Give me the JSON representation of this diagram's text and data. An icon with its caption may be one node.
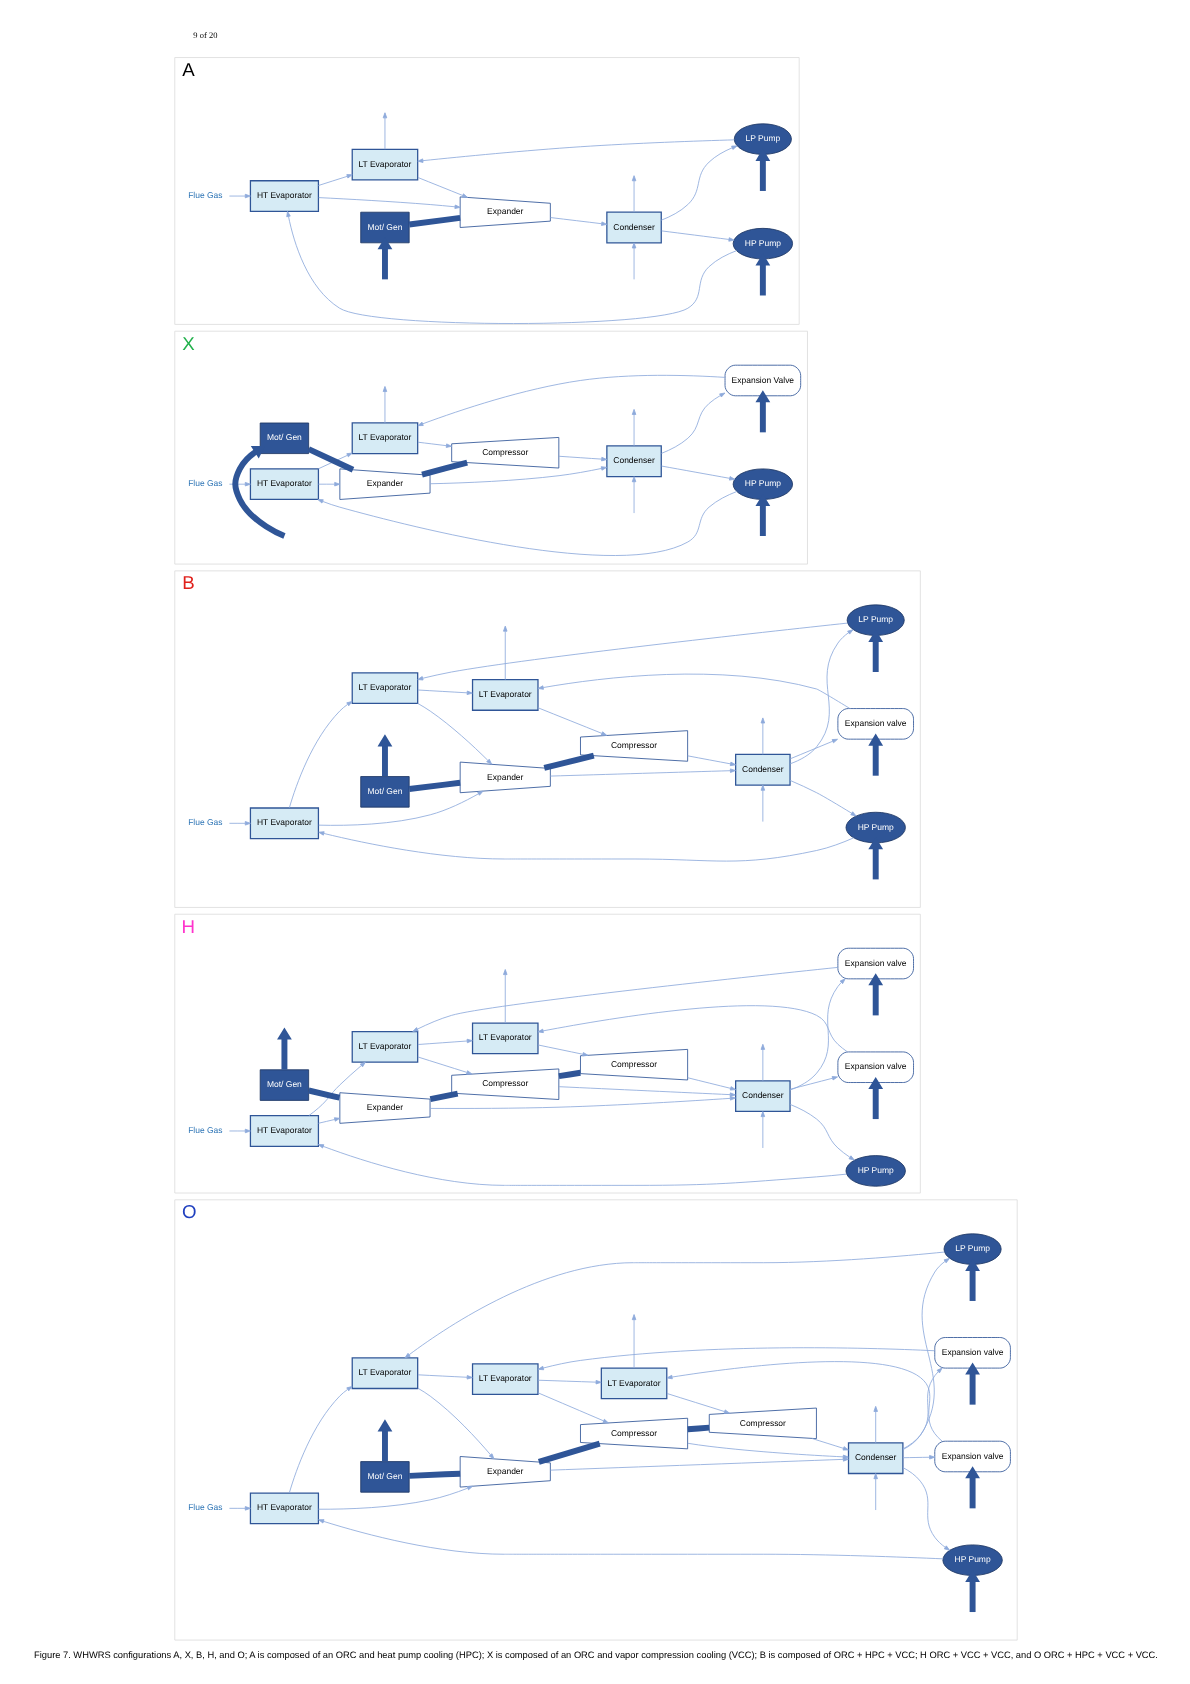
{
  "diagram": {
    "caption": "Figure 7. WHWRS configurations A, X, B, H, and O; A is composed of an ORC and heat pump cooling (HPC); X is composed of an ORC and vapor compression cooling (VCC); B is composed of ORC + HPC + VCC; H ORC + VCC + VCC, and O ORC + HPC + VCC + VCC.",
    "nodes": [
      {
        "text": [
          "A"
        ]
      },
      {
        "text": [
          "Flue Gas"
        ],
        "in": 0
      },
      {
        "text": [
          "HT Evaporator"
        ],
        "in": 0
      },
      {
        "text": [
          "LT Evaporator"
        ],
        "in": 0
      },
      {
        "text": [
          "Expander"
        ],
        "in": 0
      },
      {
        "text": [
          "Mot/ Gen"
        ],
        "in": 0
      },
      {
        "text": [
          "HP Pump"
        ],
        "in": 0
      },
      {
        "text": [
          "LP Pump"
        ],
        "in": 0
      },
      {
        "text": [
          "Condenser"
        ],
        "in": 0
      },
      {
        "text": [
          "X"
        ]
      },
      {
        "text": [
          "Flue Gas"
        ],
        "in": 9
      },
      {
        "text": [
          "HT Evaporator"
        ],
        "in": 9
      },
      {
        "text": [
          "LT Evaporator"
        ],
        "in": 9
      },
      {
        "text": [
          "Expander"
        ],
        "in": 9
      },
      {
        "text": [
          "Compressor"
        ],
        "in": 9
      },
      {
        "text": [
          "Mot/ Gen"
        ],
        "in": 9
      },
      {
        "text": [
          "HP Pump"
        ],
        "in": 9
      },
      {
        "text": [
          "Expansion Valve"
        ],
        "in": 9
      },
      {
        "text": [
          "Condenser"
        ],
        "in": 9
      },
      {
        "text": [
          "B"
        ]
      },
      {
        "text": [
          "Flue Gas"
        ],
        "in": 19
      },
      {
        "text": [
          "HT Evaporator"
        ],
        "in": 19
      },
      {
        "text": [
          "LT Evaporator"
        ],
        "in": 19
      },
      {
        "text": [
          "LT Evaporator"
        ],
        "in": 19
      },
      {
        "text": [
          "Expander"
        ],
        "in": 19
      },
      {
        "text": [
          "Compressor"
        ],
        "in": 19
      },
      {
        "text": [
          "Mot/ Gen"
        ],
        "in": 19
      },
      {
        "text": [
          "HP Pump"
        ],
        "in": 19
      },
      {
        "text": [
          "LP Pump"
        ],
        "in": 19
      },
      {
        "text": [
          "Expansion valve"
        ],
        "in": 19
      },
      {
        "text": [
          "Condenser"
        ],
        "in": 19
      },
      {
        "text": [
          "H"
        ]
      },
      {
        "text": [
          "Flue Gas"
        ],
        "in": 31
      },
      {
        "text": [
          "HT Evaporator"
        ],
        "in": 31
      },
      {
        "text": [
          "LT Evaporator"
        ],
        "in": 31
      },
      {
        "text": [
          "LT Evaporator"
        ],
        "in": 31
      },
      {
        "text": [
          "Expander"
        ],
        "in": 31
      },
      {
        "text": [
          "Compressor"
        ],
        "in": 31
      },
      {
        "text": [
          "Compressor"
        ],
        "in": 31
      },
      {
        "text": [
          "Mot/ Gen"
        ],
        "in": 31
      },
      {
        "text": [
          "Expansion valve"
        ],
        "in": 31
      },
      {
        "text": [
          "Expansion valve"
        ],
        "in": 31
      },
      {
        "text": [
          "HP Pump"
        ],
        "in": 31
      },
      {
        "text": [
          "Condenser"
        ],
        "in": 31
      },
      {
        "text": [
          "O"
        ]
      },
      {
        "text": [
          "Flue Gas"
        ],
        "in": 44
      },
      {
        "text": [
          "HT Evaporator"
        ],
        "in": 44
      },
      {
        "text": [
          "LT Evaporator"
        ],
        "in": 44
      },
      {
        "text": [
          "LT Evaporator"
        ],
        "in": 44
      },
      {
        "text": [
          "LT Evaporator"
        ],
        "in": 44
      },
      {
        "text": [
          "Expander"
        ],
        "in": 44
      },
      {
        "text": [
          "Compressor"
        ],
        "in": 44
      },
      {
        "text": [
          "Compressor"
        ],
        "in": 44
      },
      {
        "text": [
          "Mot/ Gen"
        ],
        "in": 44
      },
      {
        "text": [
          "Expansion valve"
        ],
        "in": 44
      },
      {
        "text": [
          "Expansion valve"
        ],
        "in": 44
      },
      {
        "text": [
          "LP Pump"
        ],
        "in": 44
      },
      {
        "text": [
          "HP Pump"
        ],
        "in": 44
      },
      {
        "text": [
          "Condenser"
        ],
        "in": 44
      }
    ],
    "edges": [
      {
        "from": 1,
        "to": 2,
        "arrow": "to"
      },
      {
        "from": 2,
        "to": 3,
        "arrow": "to"
      },
      {
        "from": 3,
        "to": null,
        "arrow": "to"
      },
      {
        "from": null,
        "to": 5,
        "arrow": "to",
        "style": "thick",
        "color": "#2f5597"
      },
      {
        "from": 5,
        "to": 4,
        "arrow": "none",
        "style": "thick",
        "color": "#2f5597"
      },
      {
        "from": null,
        "to": 6,
        "arrow": "to",
        "style": "thick",
        "color": "#2f5597"
      },
      {
        "from": null,
        "to": 7,
        "arrow": "to",
        "style": "thick",
        "color": "#2f5597"
      },
      {
        "from": 6,
        "to": 2,
        "arrow": "to"
      },
      {
        "from": 2,
        "to": 4,
        "arrow": "to"
      },
      {
        "from": 4,
        "to": 8,
        "arrow": "to"
      },
      {
        "from": 8,
        "to": 6,
        "arrow": "to"
      },
      {
        "from": 8,
        "to": 7,
        "arrow": "to"
      },
      {
        "from": 7,
        "to": 3,
        "arrow": "to"
      },
      {
        "from": 3,
        "to": 4,
        "arrow": "to"
      },
      {
        "from": 8,
        "to": null,
        "arrow": "to"
      },
      {
        "from": null,
        "to": 8,
        "arrow": "to"
      },
      {
        "from": 10,
        "to": 11,
        "arrow": "to"
      },
      {
        "from": 11,
        "to": 12,
        "arrow": "to"
      },
      {
        "from": 12,
        "to": null,
        "arrow": "to"
      },
      {
        "from": null,
        "to": 15,
        "arrow": "to",
        "style": "thick",
        "color": "#2f5597"
      },
      {
        "from": 15,
        "to": 13,
        "arrow": "none",
        "style": "thick",
        "color": "#2f5597"
      },
      {
        "from": 13,
        "to": 14,
        "arrow": "none",
        "style": "thick",
        "color": "#2f5597"
      },
      {
        "from": null,
        "to": 16,
        "arrow": "to",
        "style": "thick",
        "color": "#2f5597"
      },
      {
        "from": null,
        "to": 17,
        "arrow": "to",
        "style": "thick",
        "color": "#2f5597"
      },
      {
        "from": 16,
        "to": 11,
        "arrow": "to"
      },
      {
        "from": 11,
        "to": 13,
        "arrow": "to"
      },
      {
        "from": 13,
        "to": 18,
        "arrow": "to"
      },
      {
        "from": 14,
        "to": 18,
        "arrow": "to"
      },
      {
        "from": 18,
        "to": 16,
        "arrow": "to"
      },
      {
        "from": 18,
        "to": 17,
        "arrow": "to"
      },
      {
        "from": 17,
        "to": 12,
        "arrow": "to"
      },
      {
        "from": 12,
        "to": 14,
        "arrow": "to"
      },
      {
        "from": null,
        "to": 18,
        "arrow": "to"
      },
      {
        "from": 18,
        "to": null,
        "arrow": "to"
      },
      {
        "from": 20,
        "to": 21,
        "arrow": "to"
      },
      {
        "from": 21,
        "to": 22,
        "arrow": "to"
      },
      {
        "from": 22,
        "to": 23,
        "arrow": "to"
      },
      {
        "from": 23,
        "to": null,
        "arrow": "to"
      },
      {
        "from": 26,
        "to": null,
        "arrow": "to",
        "style": "thick",
        "color": "#2f5597"
      },
      {
        "from": 26,
        "to": 24,
        "arrow": "none",
        "style": "thick",
        "color": "#2f5597"
      },
      {
        "from": 24,
        "to": 25,
        "arrow": "none",
        "style": "thick",
        "color": "#2f5597"
      },
      {
        "from": null,
        "to": 27,
        "arrow": "to",
        "style": "thick",
        "color": "#2f5597"
      },
      {
        "from": null,
        "to": 28,
        "arrow": "to",
        "style": "thick",
        "color": "#2f5597"
      },
      {
        "from": null,
        "to": 29,
        "arrow": "to",
        "style": "thick",
        "color": "#2f5597"
      },
      {
        "from": 27,
        "to": 21,
        "arrow": "to"
      },
      {
        "from": 21,
        "to": 24,
        "arrow": "to"
      },
      {
        "from": 24,
        "to": 30,
        "arrow": "to"
      },
      {
        "from": 25,
        "to": 30,
        "arrow": "to"
      },
      {
        "from": 30,
        "to": 27,
        "arrow": "to"
      },
      {
        "from": 30,
        "to": 28,
        "arrow": "to"
      },
      {
        "from": 30,
        "to": 29,
        "arrow": "to"
      },
      {
        "from": 28,
        "to": 22,
        "arrow": "to"
      },
      {
        "from": 22,
        "to": 24,
        "arrow": "to"
      },
      {
        "from": 29,
        "to": 23,
        "arrow": "to"
      },
      {
        "from": 23,
        "to": 25,
        "arrow": "to"
      },
      {
        "from": null,
        "to": 30,
        "arrow": "to"
      },
      {
        "from": 30,
        "to": null,
        "arrow": "to"
      },
      {
        "from": 32,
        "to": 33,
        "arrow": "to"
      },
      {
        "from": 33,
        "to": 34,
        "arrow": "to"
      },
      {
        "from": 34,
        "to": 35,
        "arrow": "to"
      },
      {
        "from": 35,
        "to": null,
        "arrow": "to"
      },
      {
        "from": 39,
        "to": null,
        "arrow": "to",
        "style": "thick",
        "color": "#2f5597"
      },
      {
        "from": 39,
        "to": 36,
        "arrow": "none",
        "style": "thick",
        "color": "#2f5597"
      },
      {
        "from": 36,
        "to": 37,
        "arrow": "none",
        "style": "thick",
        "color": "#2f5597"
      },
      {
        "from": 37,
        "to": 38,
        "arrow": "none",
        "style": "thick",
        "color": "#2f5597"
      },
      {
        "from": null,
        "to": 40,
        "arrow": "to",
        "style": "thick",
        "color": "#2f5597"
      },
      {
        "from": null,
        "to": 41,
        "arrow": "to",
        "style": "thick",
        "color": "#2f5597"
      },
      {
        "from": 42,
        "to": 33,
        "arrow": "to"
      },
      {
        "from": 33,
        "to": 36,
        "arrow": "to"
      },
      {
        "from": 36,
        "to": 43,
        "arrow": "to"
      },
      {
        "from": 37,
        "to": 43,
        "arrow": "to"
      },
      {
        "from": 38,
        "to": 43,
        "arrow": "to"
      },
      {
        "from": 43,
        "to": 42,
        "arrow": "to"
      },
      {
        "from": 43,
        "to": 40,
        "arrow": "to"
      },
      {
        "from": 43,
        "to": 41,
        "arrow": "to"
      },
      {
        "from": 40,
        "to": 34,
        "arrow": "to"
      },
      {
        "from": 41,
        "to": 35,
        "arrow": "to"
      },
      {
        "from": 34,
        "to": 37,
        "arrow": "to"
      },
      {
        "from": 35,
        "to": 38,
        "arrow": "to"
      },
      {
        "from": 43,
        "to": null,
        "arrow": "to"
      },
      {
        "from": null,
        "to": 43,
        "arrow": "to"
      },
      {
        "from": 45,
        "to": 46,
        "arrow": "to"
      },
      {
        "from": 46,
        "to": 47,
        "arrow": "to"
      },
      {
        "from": 47,
        "to": 48,
        "arrow": "to"
      },
      {
        "from": 48,
        "to": 49,
        "arrow": "to"
      },
      {
        "from": 49,
        "to": null,
        "arrow": "to"
      },
      {
        "from": 53,
        "to": null,
        "arrow": "to",
        "style": "thick",
        "color": "#2f5597"
      },
      {
        "from": 53,
        "to": 50,
        "arrow": "none",
        "style": "thick",
        "color": "#2f5597"
      },
      {
        "from": 50,
        "to": 51,
        "arrow": "none",
        "style": "thick",
        "color": "#2f5597"
      },
      {
        "from": 51,
        "to": 52,
        "arrow": "none",
        "style": "thick",
        "color": "#2f5597"
      },
      {
        "from": null,
        "to": 54,
        "arrow": "to",
        "style": "thick",
        "color": "#2f5597"
      },
      {
        "from": null,
        "to": 55,
        "arrow": "to",
        "style": "thick",
        "color": "#2f5597"
      },
      {
        "from": null,
        "to": 56,
        "arrow": "to",
        "style": "thick",
        "color": "#2f5597"
      },
      {
        "from": null,
        "to": 57,
        "arrow": "to",
        "style": "thick",
        "color": "#2f5597"
      },
      {
        "from": 57,
        "to": 46,
        "arrow": "to"
      },
      {
        "from": 46,
        "to": 50,
        "arrow": "to"
      },
      {
        "from": 50,
        "to": 58,
        "arrow": "to"
      },
      {
        "from": 51,
        "to": 58,
        "arrow": "to"
      },
      {
        "from": 52,
        "to": 58,
        "arrow": "to"
      },
      {
        "from": 58,
        "to": 57,
        "arrow": "to"
      },
      {
        "from": 58,
        "to": 56,
        "arrow": "to"
      },
      {
        "from": 58,
        "to": 54,
        "arrow": "to"
      },
      {
        "from": 58,
        "to": 55,
        "arrow": "to"
      },
      {
        "from": 56,
        "to": 47,
        "arrow": "to"
      },
      {
        "from": 47,
        "to": 50,
        "arrow": "to"
      },
      {
        "from": 54,
        "to": 48,
        "arrow": "to"
      },
      {
        "from": 55,
        "to": 49,
        "arrow": "to"
      },
      {
        "from": 48,
        "to": 51,
        "arrow": "to"
      },
      {
        "from": 49,
        "to": 52,
        "arrow": "to"
      },
      {
        "from": null,
        "to": 58,
        "arrow": "to"
      },
      {
        "from": 58,
        "to": null,
        "arrow": "to"
      }
    ],
    "labels": [
      "9 of 20"
    ]
  }
}
